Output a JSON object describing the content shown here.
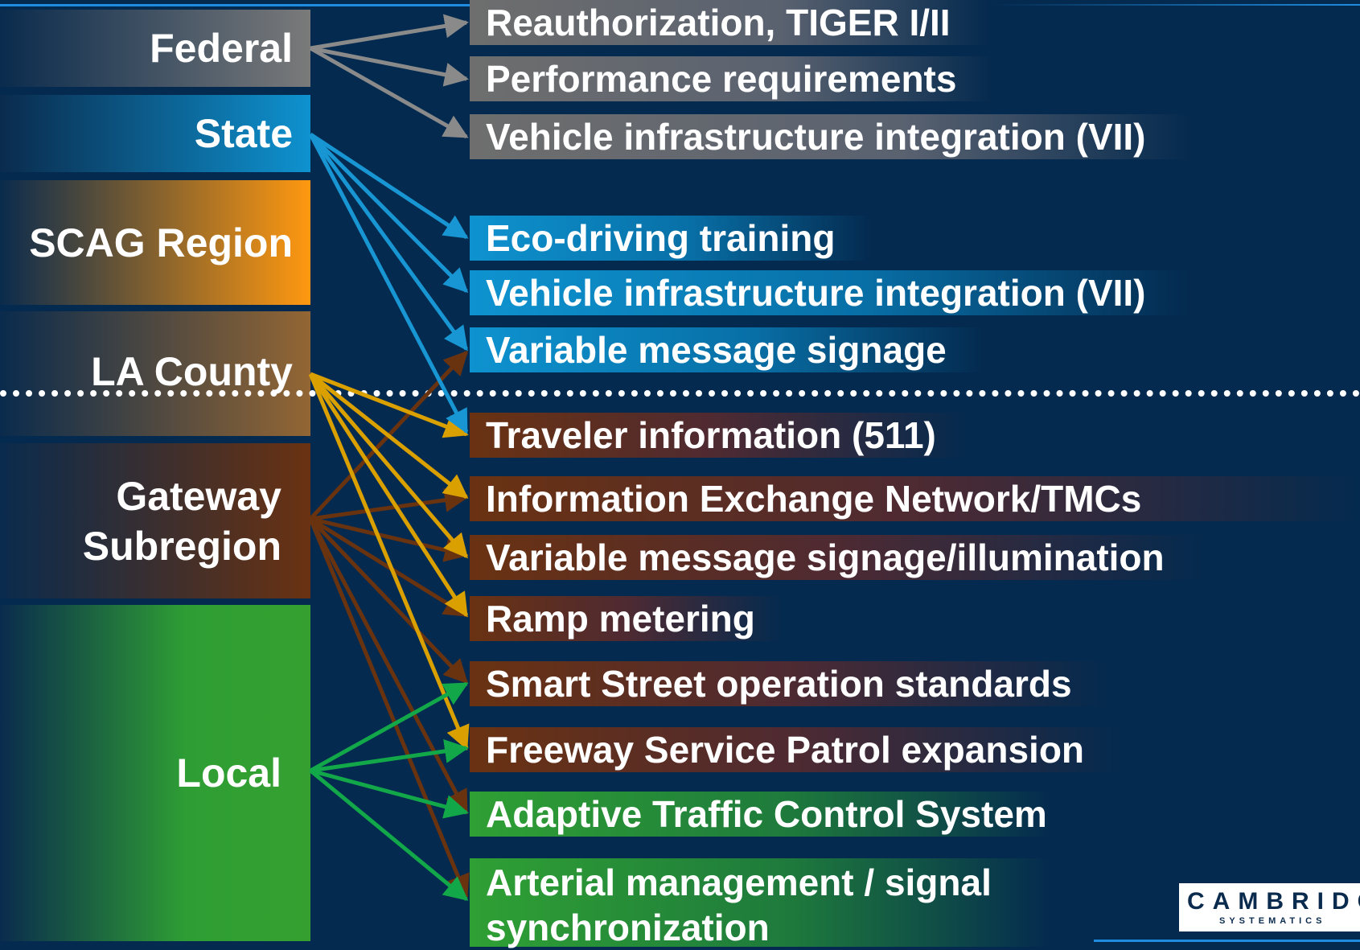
{
  "categories": {
    "federal": "Federal",
    "state": "State",
    "scag": "SCAG Region",
    "la": "LA County",
    "gateway_line1": "Gateway",
    "gateway_line2": "Subregion",
    "local": "Local"
  },
  "items": [
    {
      "text": "Reauthorization, TIGER I/II",
      "group": "federal"
    },
    {
      "text": "Performance requirements",
      "group": "federal"
    },
    {
      "text": "Vehicle infrastructure integration (VII)",
      "group": "federal"
    },
    {
      "text": "Eco-driving training",
      "group": "state"
    },
    {
      "text": "Vehicle infrastructure integration (VII)",
      "group": "state"
    },
    {
      "text": "Variable message signage",
      "group": "state"
    },
    {
      "text": "Traveler information (511)",
      "group": "gateway"
    },
    {
      "text": "Information Exchange Network/TMCs",
      "group": "gateway"
    },
    {
      "text": "Variable message signage/illumination",
      "group": "gateway"
    },
    {
      "text": "Ramp metering",
      "group": "gateway"
    },
    {
      "text": "Smart Street operation standards",
      "group": "gateway"
    },
    {
      "text": "Freeway Service Patrol expansion",
      "group": "gateway"
    },
    {
      "text": "Adaptive Traffic Control System",
      "group": "local"
    },
    {
      "text": "Arterial management / signal synchronization",
      "group": "local"
    }
  ],
  "colors": {
    "federal_arrow": "#8a8a8a",
    "state_arrow": "#1896d3",
    "la_arrow": "#d9a000",
    "gateway_arrow": "#6a3310",
    "local_arrow": "#12a84a"
  },
  "logo": {
    "name": "CAMBRIDGE",
    "tagline": "SYSTEMATICS"
  }
}
